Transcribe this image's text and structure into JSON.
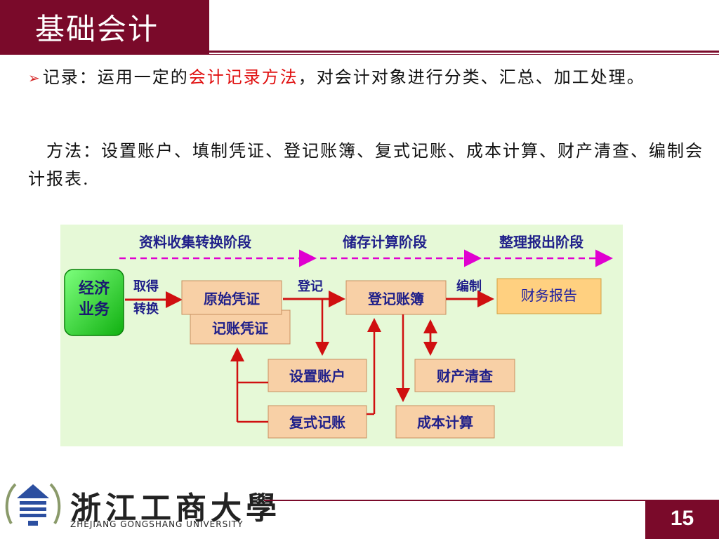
{
  "header": {
    "title": "基础会计"
  },
  "paragraph1": {
    "prefix": "记录：运用一定的",
    "highlight": "会计记录方法",
    "suffix": "，对会计对象进行分类、汇总、加工处理。"
  },
  "paragraph2": {
    "text": "　方法：设置账户、填制凭证、登记账簿、复式记账、成本计算、财产清查、编制会计报表."
  },
  "diagram": {
    "stages": [
      "资料收集转换阶段",
      "储存计算阶段",
      "整理报出阶段"
    ],
    "economic_business": [
      "经济",
      "业务"
    ],
    "obtain_convert": [
      "取得",
      "转换"
    ],
    "original_voucher": "原始凭证",
    "bookkeeping_voucher": "记账凭证",
    "post_label": "登记",
    "ledger": "登记账簿",
    "compile_label": "编制",
    "financial_report": "财务报告",
    "set_accounts": "设置账户",
    "double_entry": "复式记账",
    "property_check": "财产清查",
    "cost_calc": "成本计算",
    "colors": {
      "background": "#e6f9d7",
      "box_fill": "#f8d0a6",
      "arrow": "#d01010",
      "stage_text": "#20208a",
      "stage_arrow": "#e000d0",
      "business": "#18c018"
    }
  },
  "footer": {
    "logo_cn": "浙江工商大學",
    "logo_en": "ZHEJIANG GONGSHANG UNIVERSITY",
    "page_number": "15"
  }
}
